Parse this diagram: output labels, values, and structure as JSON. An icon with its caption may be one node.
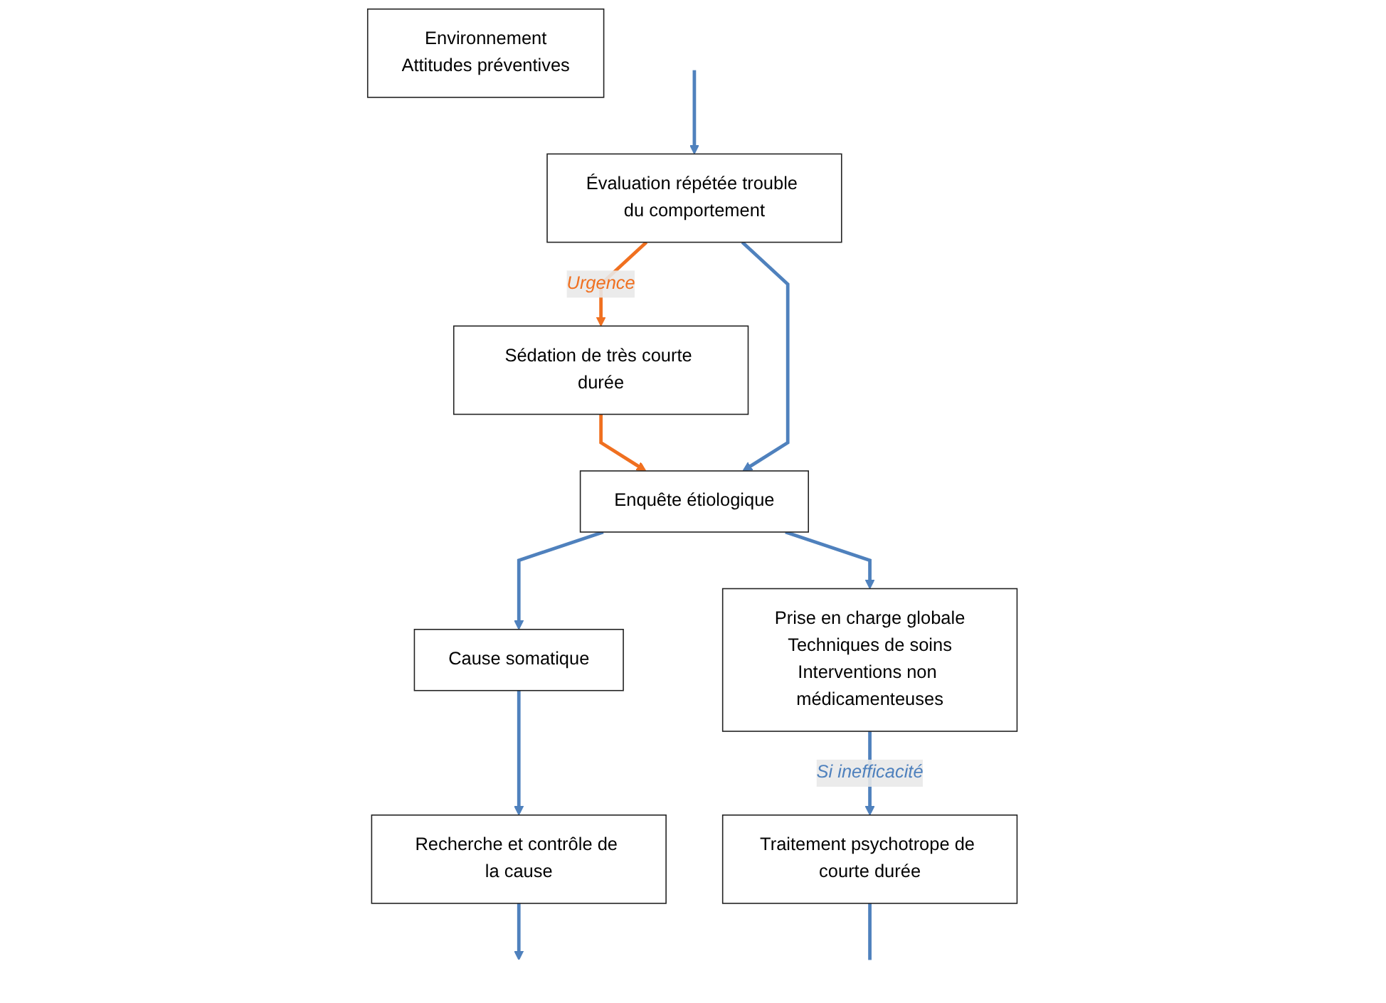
{
  "diagram": {
    "nodes": [
      {
        "text": [
          "Évaluation répétée trouble du comportement"
        ]
      },
      {
        "text": [
          "Sédation de très courte durée"
        ]
      },
      {
        "text": [
          "Enquête étiologique"
        ]
      },
      {
        "text": [
          "Cause somatique"
        ]
      },
      {
        "text": [
          "Recherche et contrôle de la cause"
        ]
      },
      {
        "text": [
          "Prise en charge globale",
          "Techniques de soins",
          "Interventions non médicamenteuses"
        ]
      },
      {
        "text": [
          "Environnement",
          "Attitudes préventives"
        ]
      },
      {
        "text": [
          "Traitement psychotrope de courte durée"
        ]
      }
    ],
    "edges": [
      {
        "from": 0,
        "to": 1,
        "arrow": "to",
        "label": "Urgence",
        "color": "#f07020"
      },
      {
        "from": 1,
        "to": 2,
        "arrow": "to",
        "color": "#f07020"
      },
      {
        "from": 0,
        "to": 2,
        "arrow": "to"
      },
      {
        "from": 2,
        "to": 3,
        "arrow": "to"
      },
      {
        "from": 3,
        "to": 4,
        "arrow": "to"
      },
      {
        "from": 4,
        "to": null,
        "arrow": "to"
      },
      {
        "from": null,
        "to": 0,
        "arrow": "to"
      },
      {
        "from": 2,
        "to": 5,
        "arrow": "to"
      },
      {
        "from": 5,
        "to": 7,
        "arrow": "to",
        "label": "Si inefficacité"
      },
      {
        "from": 7,
        "to": null,
        "arrow": "none"
      }
    ]
  }
}
